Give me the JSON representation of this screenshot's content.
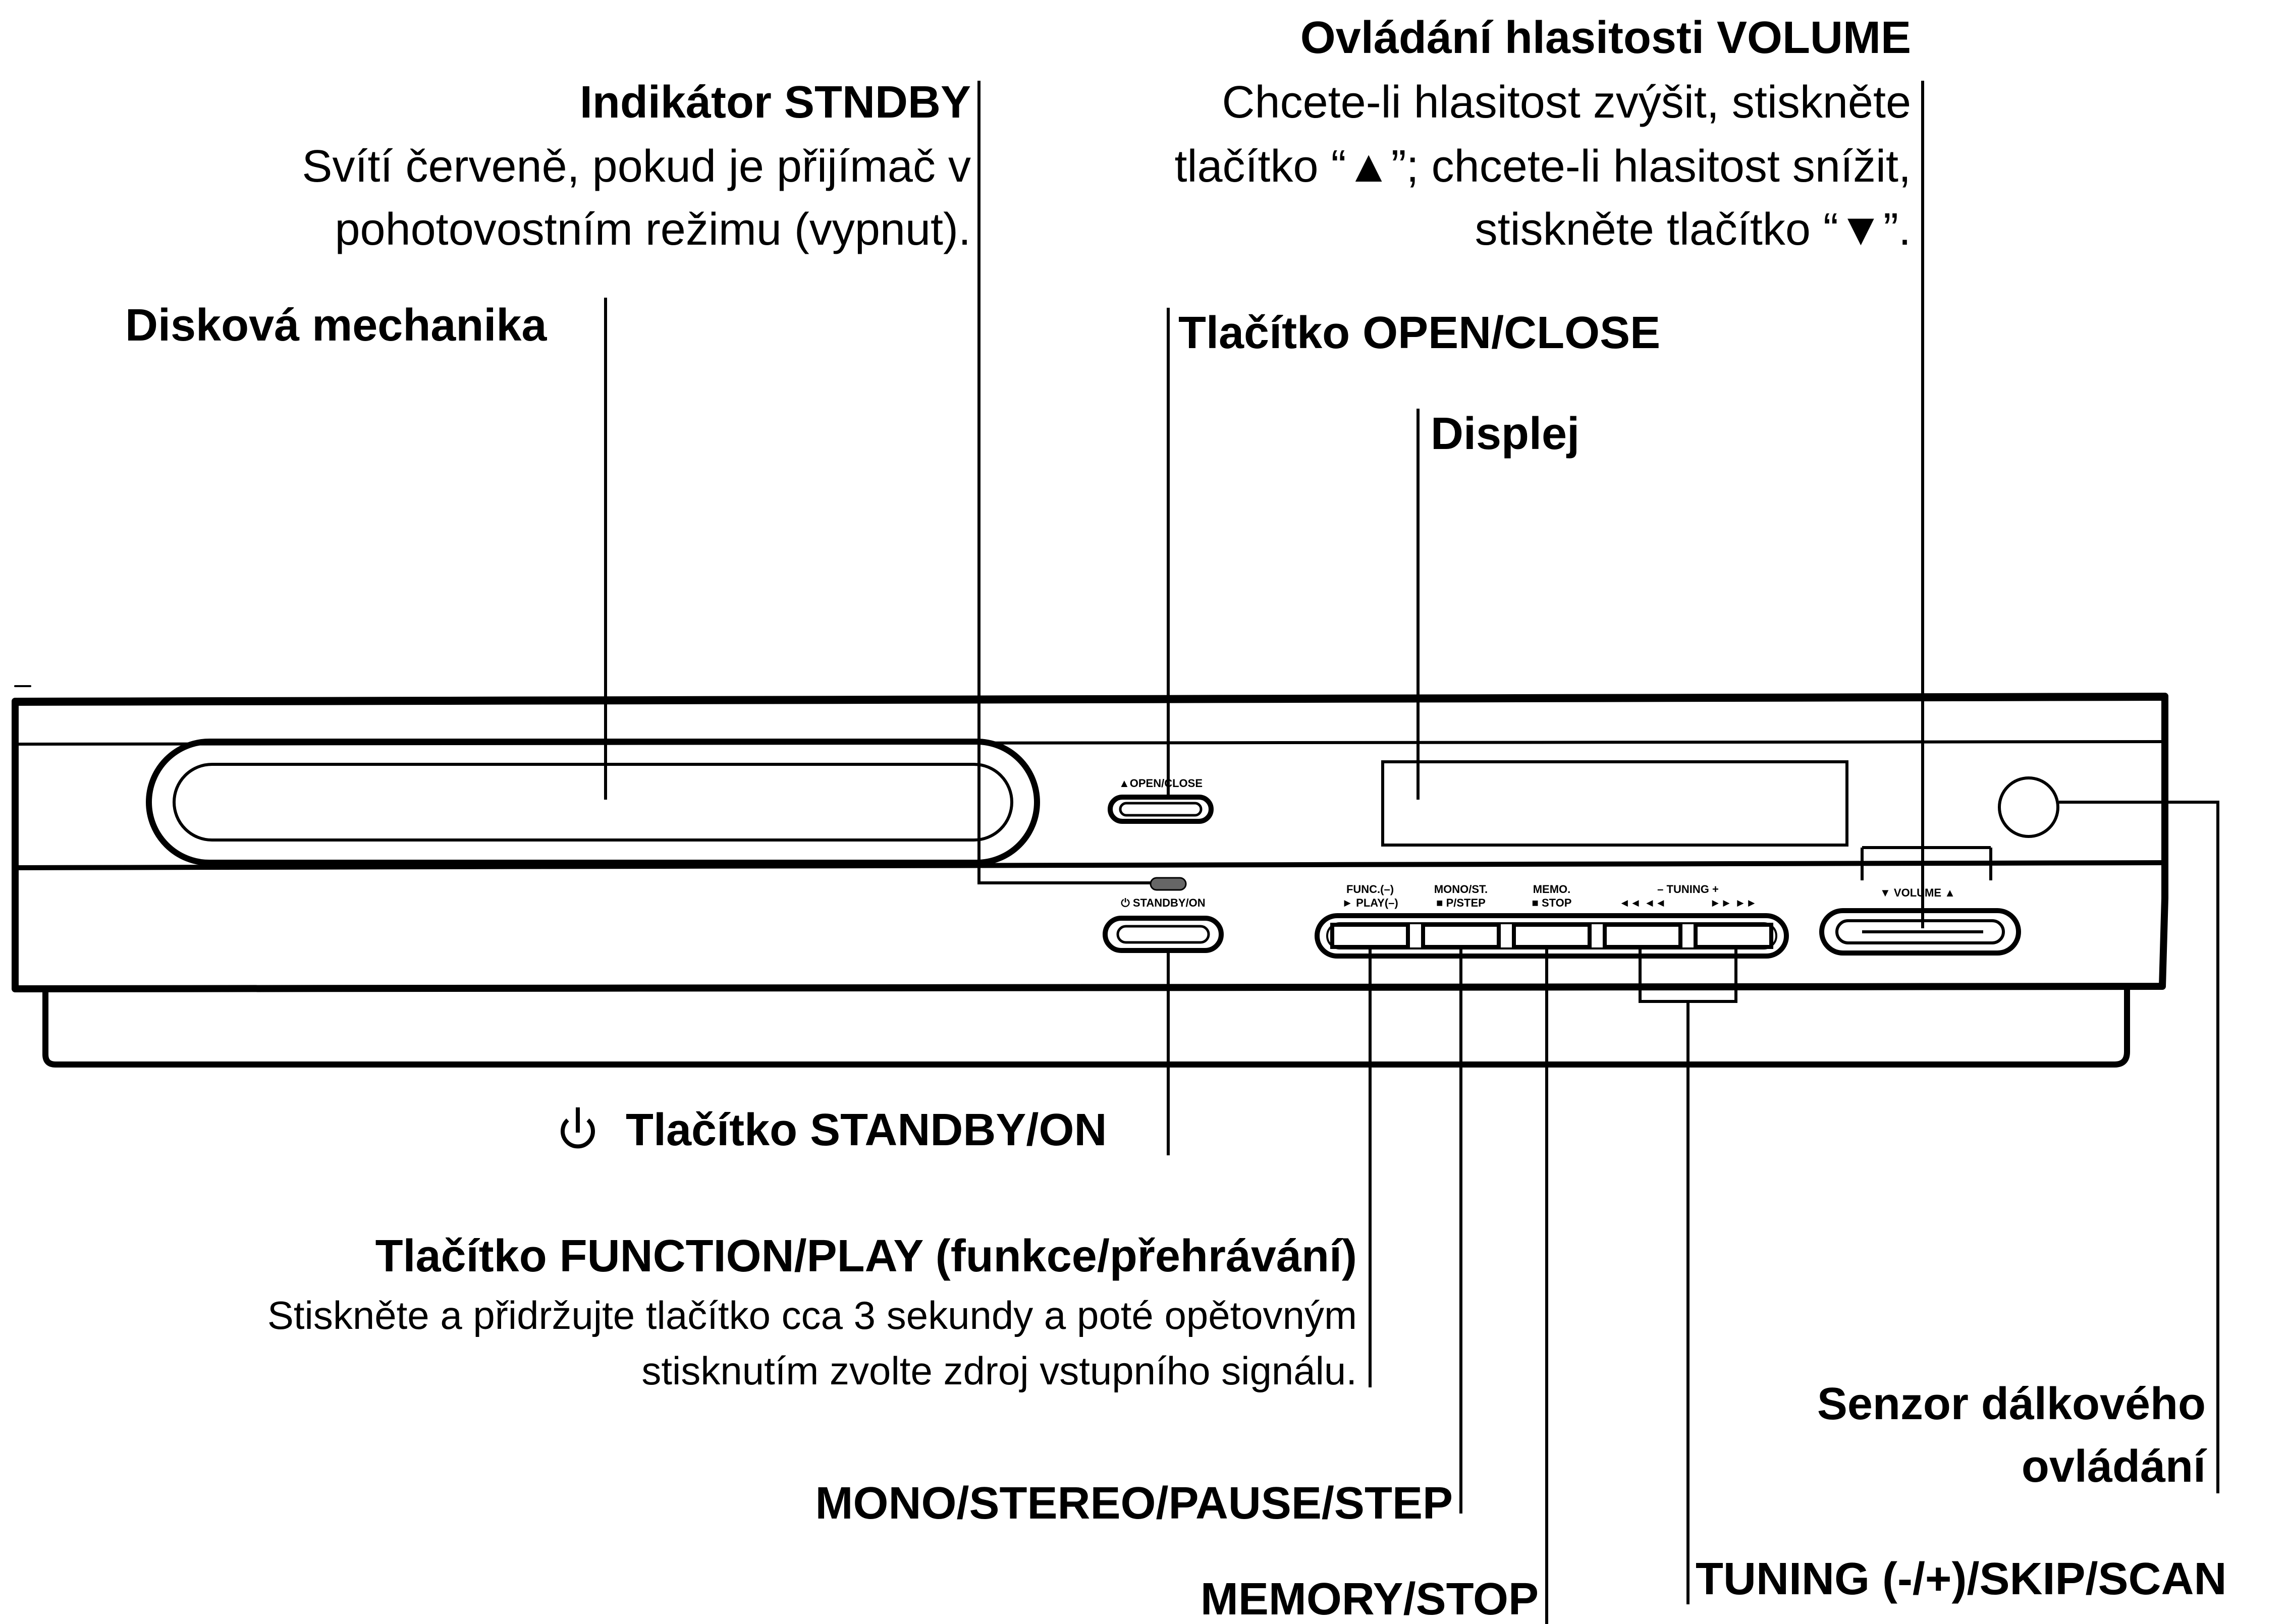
{
  "labels": {
    "volume": {
      "title": "Ovládání hlasitosti VOLUME",
      "line1": "Chcete-li hlasitost zvýšit, stiskněte",
      "line2": "tlačítko “▲”; chcete-li hlasitost snížit,",
      "line3": "stiskněte tlačítko “▼”."
    },
    "standby_indicator": {
      "title": "Indikátor STNDBY",
      "line1": "Svítí červeně, pokud je přijímač v",
      "line2": "pohotovostním režimu (vypnut)."
    },
    "disc_tray": "Disková mechanika",
    "open_close": "Tlačítko OPEN/CLOSE",
    "display": "Displej",
    "standby_on": "Tlačítko STANDBY/ON",
    "function_play": {
      "title": "Tlačítko FUNCTION/PLAY (funkce/přehrávání)",
      "line1": "Stiskněte a přidržujte tlačítko cca 3 sekundy a poté opětovným",
      "line2": "stisknutím zvolte zdroj vstupního signálu."
    },
    "remote_sensor": {
      "line1": "Senzor dálkového",
      "line2": "ovládání"
    },
    "mono_stereo": "MONO/STEREO/PAUSE/STEP",
    "memory_stop": "MEMORY/STOP",
    "tuning": "TUNING (-/+)/SKIP/SCAN"
  },
  "panel": {
    "open_close": "▲OPEN/CLOSE",
    "standby_on": "⏻ STANDBY/ON",
    "func_top": "FUNC.(–)",
    "func_bottom": "► PLAY(–)",
    "mono_top": "MONO/ST.",
    "mono_bottom": "■ P/STEP",
    "memo_top": "MEMO.",
    "memo_bottom": "■ STOP",
    "tuning_top": "– TUNING +",
    "tuning_left": "◄◄ ◄◄",
    "tuning_right": "►► ►►",
    "volume": "▼  VOLUME  ▲"
  },
  "icons": {
    "power": "power-icon"
  }
}
